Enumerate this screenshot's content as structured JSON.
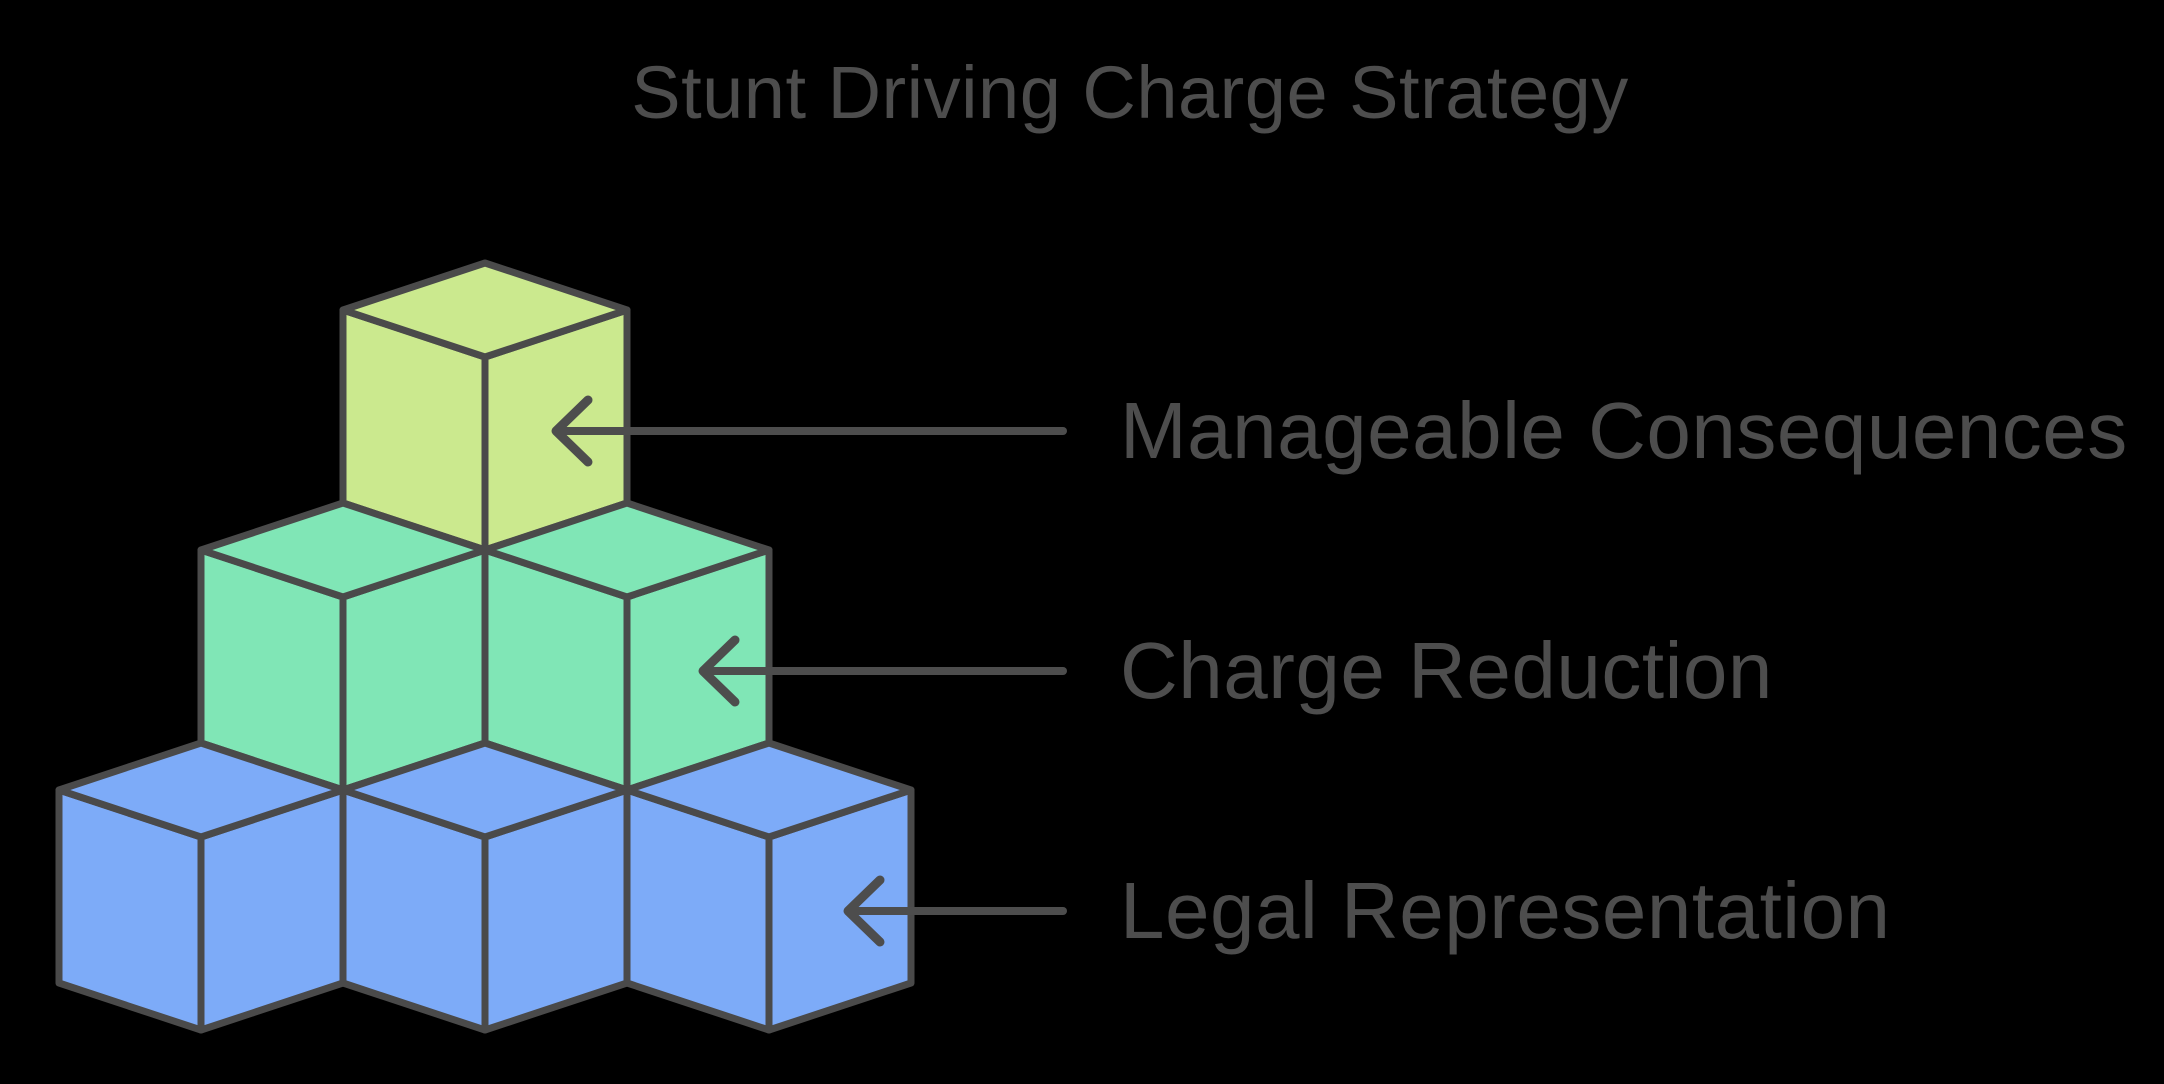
{
  "title": "Stunt Driving Charge Strategy",
  "colors": {
    "background": "#000000",
    "cube_stroke": "#4a4a4a",
    "arrow": "#4d4d4d",
    "text": "#4d4d4d"
  },
  "pyramid": {
    "levels": [
      {
        "label": "Manageable Consequences",
        "cube_color": "#cbe98e",
        "cubes": 1
      },
      {
        "label": "Charge Reduction",
        "cube_color": "#80e6b6",
        "cubes": 2
      },
      {
        "label": "Legal Representation",
        "cube_color": "#7dabf8",
        "cubes": 3
      }
    ]
  }
}
